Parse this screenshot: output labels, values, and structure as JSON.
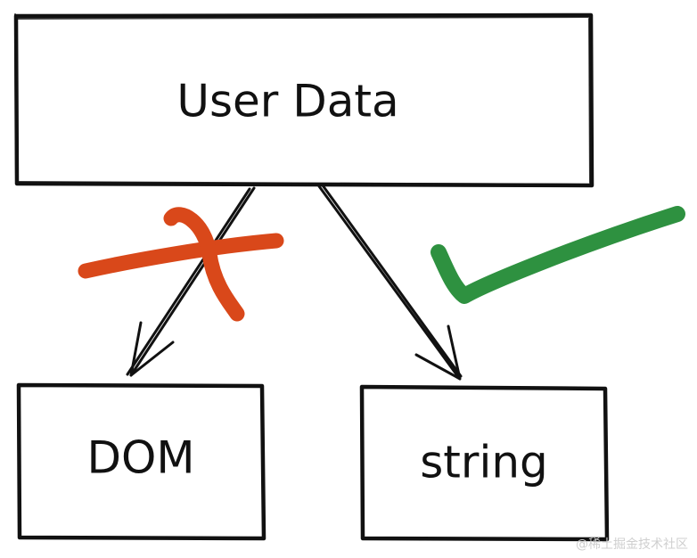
{
  "nodes": {
    "user_data": "User Data",
    "dom": "DOM",
    "string": "string"
  },
  "edges": [
    {
      "from": "User Data",
      "to": "DOM",
      "verdict": "rejected",
      "mark": "cross-mark-icon"
    },
    {
      "from": "User Data",
      "to": "string",
      "verdict": "accepted",
      "mark": "checkmark-icon"
    }
  ],
  "colors": {
    "stroke": "#111111",
    "cross": "#d9481a",
    "check": "#2e9140",
    "background": "#ffffff",
    "watermark": "#cfcfcf"
  },
  "watermark": "@稀土掘金技术社区"
}
